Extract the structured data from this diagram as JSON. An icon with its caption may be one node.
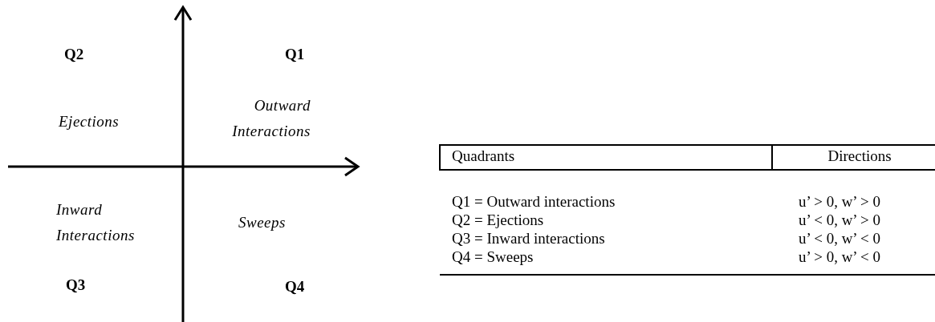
{
  "diagram": {
    "labels": [
      "Q2",
      "Q1",
      "Ejections",
      "Outward Interactions",
      "Inward Interactions",
      "Sweeps",
      "Q3",
      "Q4",
      "Quadrants",
      "Directions",
      "Q1 = Outward interactions",
      "u’ > 0, w’ > 0",
      "Q2 = Ejections",
      "u’ < 0, w’ > 0",
      "Q3 = Inward interactions",
      "u’ < 0, w’ < 0",
      "Q4 = Sweeps",
      "u’ > 0, w’ < 0"
    ]
  }
}
